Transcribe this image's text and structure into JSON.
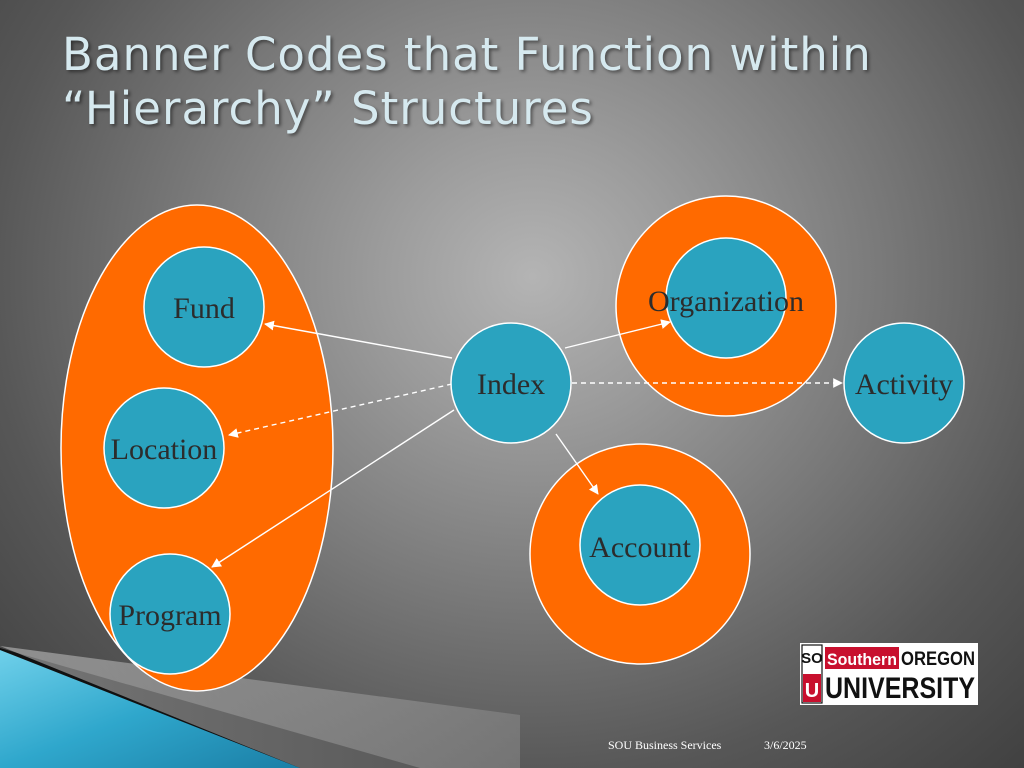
{
  "slide": {
    "title_line1": "Banner Codes that Function within",
    "title_line2": "“Hierarchy” Structures"
  },
  "diagram": {
    "nodes": {
      "fund": "Fund",
      "location": "Location",
      "program": "Program",
      "index": "Index",
      "organization": "Organization",
      "activity": "Activity",
      "account": "Account"
    }
  },
  "colors": {
    "group_orange": "#ff6a00",
    "node_teal": "#2aa3bf",
    "node_outline": "#ffffff",
    "title_text": "#d6e9ef"
  },
  "logo": {
    "so": "SO",
    "u": "U",
    "southern": "Southern",
    "oregon": "OREGON",
    "university": "UNIVERSITY"
  },
  "footer": {
    "org": "SOU Business Services",
    "date": "3/6/2025"
  }
}
